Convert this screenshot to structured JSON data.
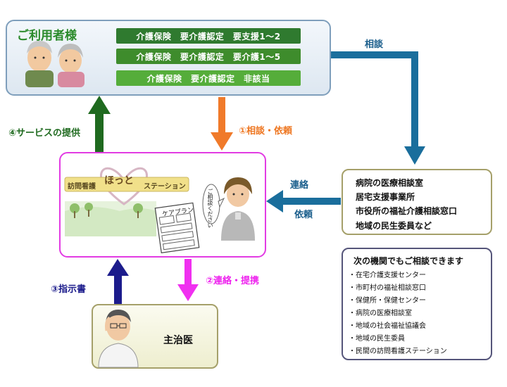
{
  "users": {
    "title": "ご利用者様",
    "care_levels": [
      "介護保険　要介護認定　要支援1～2",
      "介護保険　要介護認定　要介護1～5",
      "介護保険　要介護認定　非該当"
    ]
  },
  "station": {
    "banner_left": "訪問看護",
    "banner_center": "ほっと",
    "banner_right": "ステーション",
    "careplan_label": "ケアプラン",
    "speech_text": "ご相談ください"
  },
  "hospital": {
    "lines": [
      "病院の医療相談室",
      "居宅支援事業所",
      "市役所の福祉介護相談窓口",
      "地域の民生委員など"
    ]
  },
  "other": {
    "title": "次の機関でもご相談できます",
    "items": [
      "・在宅介護支援センター",
      "・市町村の福祉相談窓口",
      "・保健所・保健センター",
      "・病院の医療相談室",
      "・地域の社会福祉協議会",
      "・地域の民生委員",
      "・民間の訪問看護ステーション"
    ]
  },
  "doctor": {
    "label": "主治医"
  },
  "arrows": {
    "consult": "相談",
    "request1": "①相談・依頼",
    "service": "④サービスの提供",
    "contact": "連絡",
    "request2": "依頼",
    "coop": "②連絡・提携",
    "order": "③指示書"
  },
  "colors": {
    "blue_arrow": "#1a6e9c",
    "orange_arrow": "#f07a2a",
    "green_arrow": "#1f6a1f",
    "magenta_arrow": "#f030f0",
    "navy_arrow": "#1c1c8c"
  }
}
